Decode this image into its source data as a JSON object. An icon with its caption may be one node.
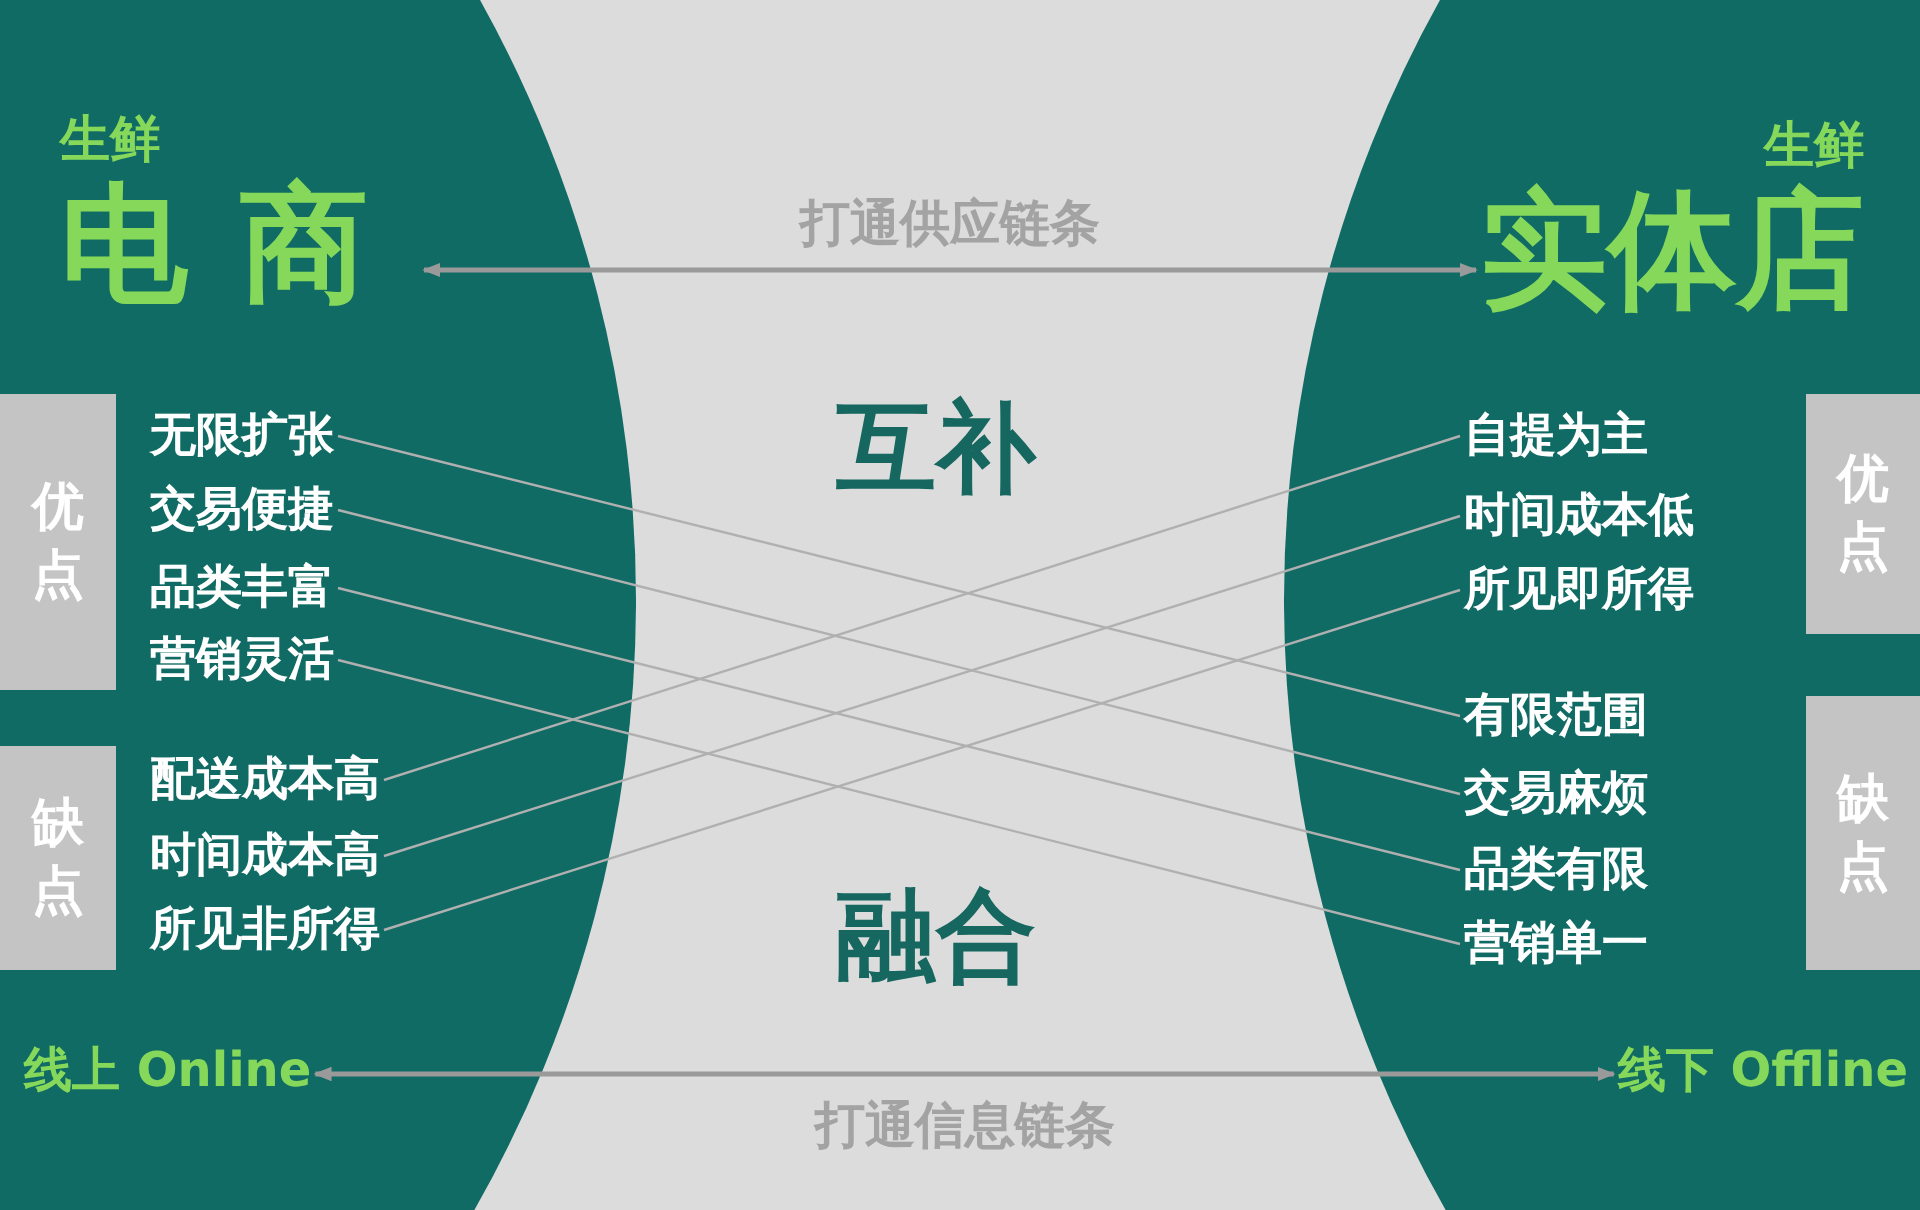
{
  "diagram": {
    "nodes": [
      {
        "text": [],
        "shape": "semicircle"
      },
      {
        "text": [
          "生鲜",
          "电商"
        ],
        "in": 0
      },
      {
        "text": [
          "优点"
        ],
        "in": 0
      },
      {
        "text": [
          "缺点"
        ],
        "in": 0
      },
      {
        "text": [
          "无限扩张"
        ],
        "in": 0
      },
      {
        "text": [
          "交易便捷"
        ],
        "in": 0
      },
      {
        "text": [
          "品类丰富"
        ],
        "in": 0
      },
      {
        "text": [
          "营销灵活"
        ],
        "in": 0
      },
      {
        "text": [
          "配送成本高"
        ],
        "in": 0
      },
      {
        "text": [
          "时间成本高"
        ],
        "in": 0
      },
      {
        "text": [
          "所见非所得"
        ],
        "in": 0
      },
      {
        "text": [
          "线上 Online"
        ],
        "in": 0
      },
      {
        "text": [],
        "shape": "semicircle"
      },
      {
        "text": [
          "生鲜",
          "实体店"
        ],
        "in": 12
      },
      {
        "text": [
          "优点"
        ],
        "in": 12
      },
      {
        "text": [
          "缺点"
        ],
        "in": 12
      },
      {
        "text": [
          "自提为主"
        ],
        "in": 12
      },
      {
        "text": [
          "时间成本低"
        ],
        "in": 12
      },
      {
        "text": [
          "所见即所得"
        ],
        "in": 12
      },
      {
        "text": [
          "有限范围"
        ],
        "in": 12
      },
      {
        "text": [
          "交易麻烦"
        ],
        "in": 12
      },
      {
        "text": [
          "品类有限"
        ],
        "in": 12
      },
      {
        "text": [
          "营销单一"
        ],
        "in": 12
      },
      {
        "text": [
          "线下 Offline"
        ],
        "in": 12
      }
    ],
    "edges": [
      {
        "from": 1,
        "to": 13,
        "arrow": "both",
        "label": "打通供应链条"
      },
      {
        "from": 11,
        "to": 23,
        "arrow": "both",
        "label": "打通信息链条"
      },
      {
        "from": 4,
        "to": 19,
        "arrow": "none"
      },
      {
        "from": 5,
        "to": 20,
        "arrow": "none"
      },
      {
        "from": 6,
        "to": 21,
        "arrow": "none"
      },
      {
        "from": 7,
        "to": 22,
        "arrow": "none"
      },
      {
        "from": 8,
        "to": 16,
        "arrow": "none"
      },
      {
        "from": 9,
        "to": 17,
        "arrow": "none"
      },
      {
        "from": 10,
        "to": 18,
        "arrow": "none"
      }
    ],
    "labels": [
      "互补",
      "融合"
    ]
  }
}
